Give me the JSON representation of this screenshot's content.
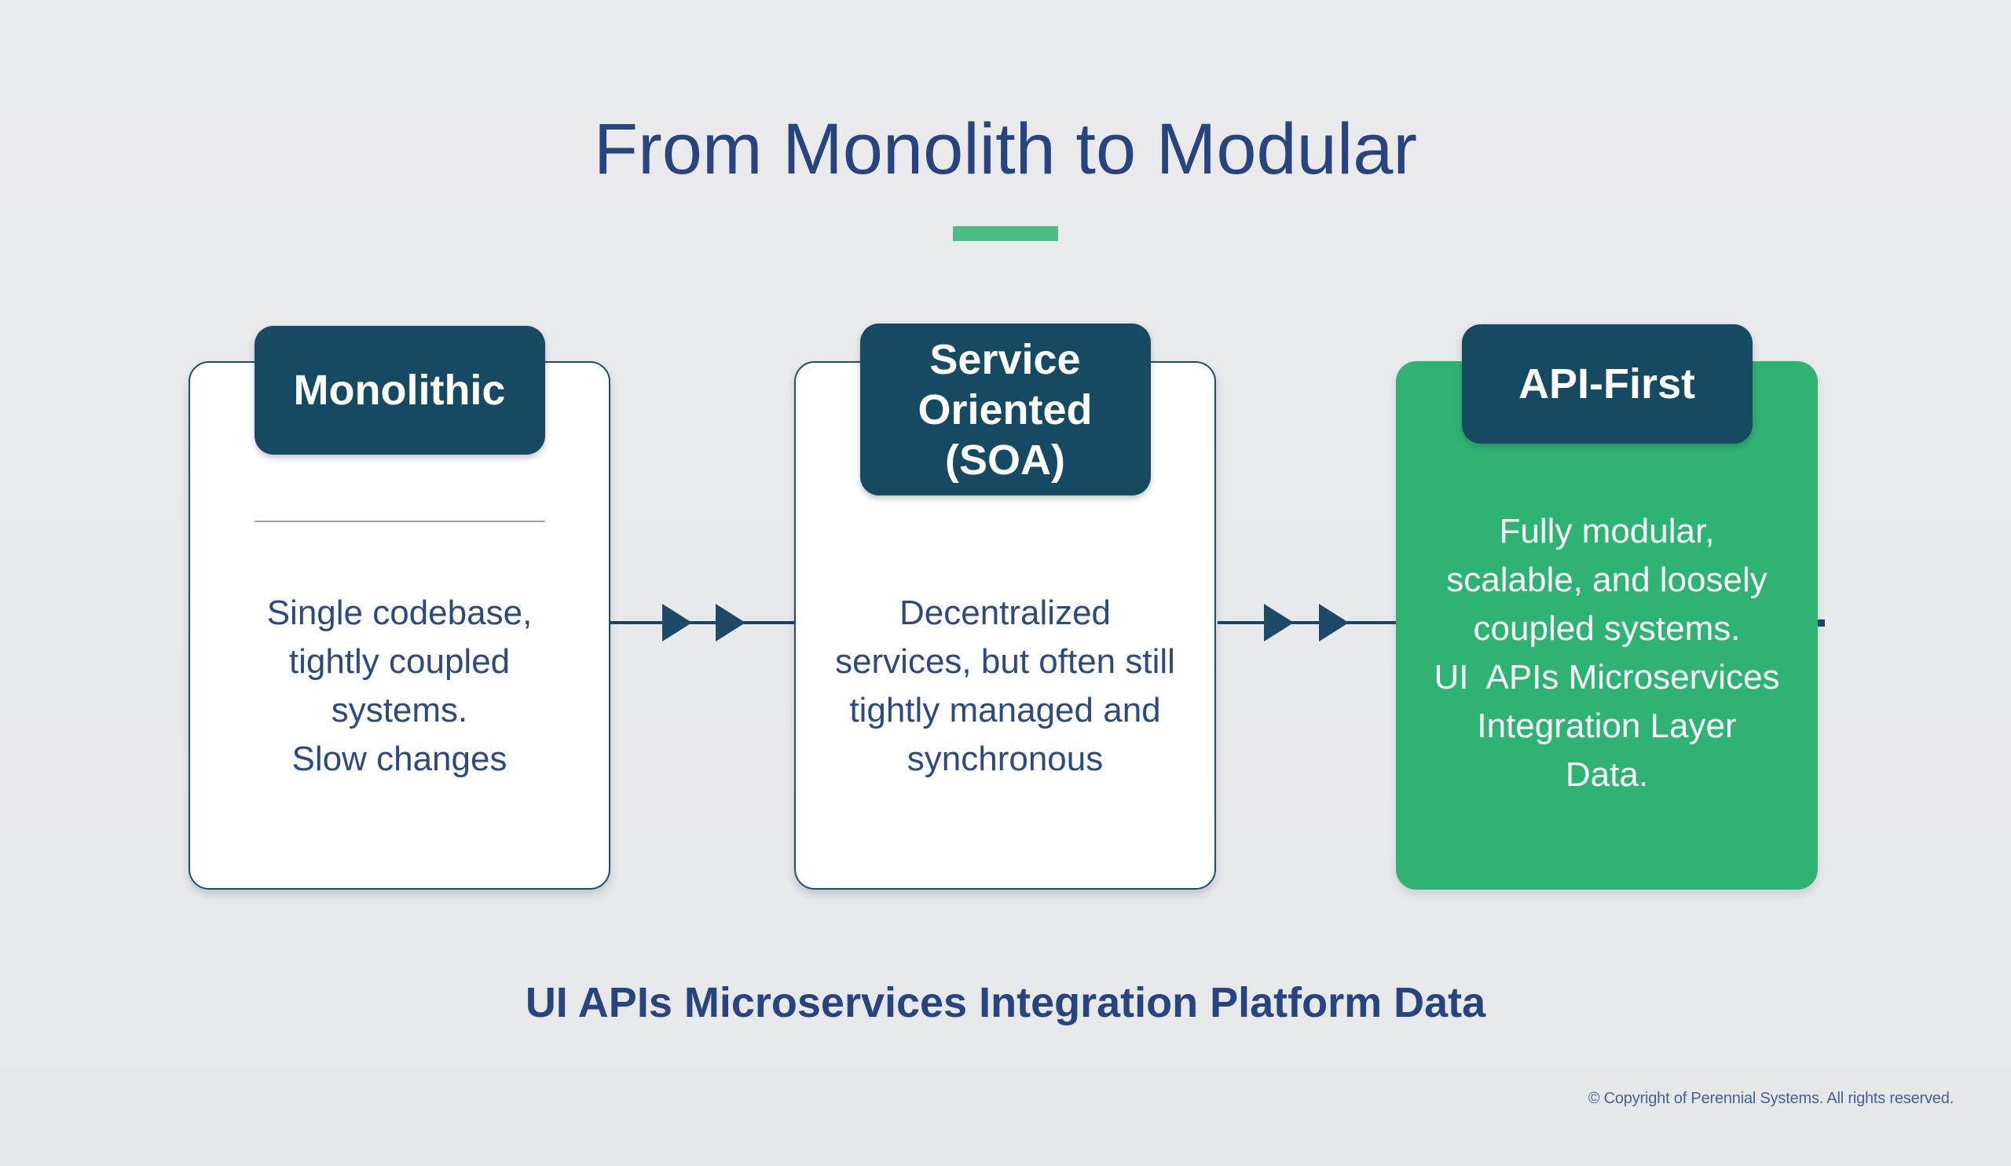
{
  "title": "From Monolith to Modular",
  "colors": {
    "background": "#e8e9eb",
    "navy_text": "#27447e",
    "badge_teal": "#164a63",
    "card_green": "#2fb373",
    "underline_green": "#4cbc80",
    "arrow_navy": "#1b4464",
    "card_border": "#1d4f6b",
    "divider_gray": "#99a1b4",
    "copyright_blue": "#44609c"
  },
  "cards": [
    {
      "badge": "Monolithic",
      "body": "Single codebase,\ntightly coupled\nsystems.\nSlow changes"
    },
    {
      "badge": "Service\nOriented\n(SOA)",
      "body": "Decentralized\nservices, but often still\ntightly managed and\nsynchronous"
    },
    {
      "badge": "API-First",
      "body": "Fully modular,\nscalable, and loosely\ncoupled systems.\nUI  APIs Microservices\nIntegration Layer\nData."
    }
  ],
  "footer_headline": "UI APIs Microservices Integration Platform Data",
  "copyright": "© Copyright of Perennial Systems. All rights reserved."
}
